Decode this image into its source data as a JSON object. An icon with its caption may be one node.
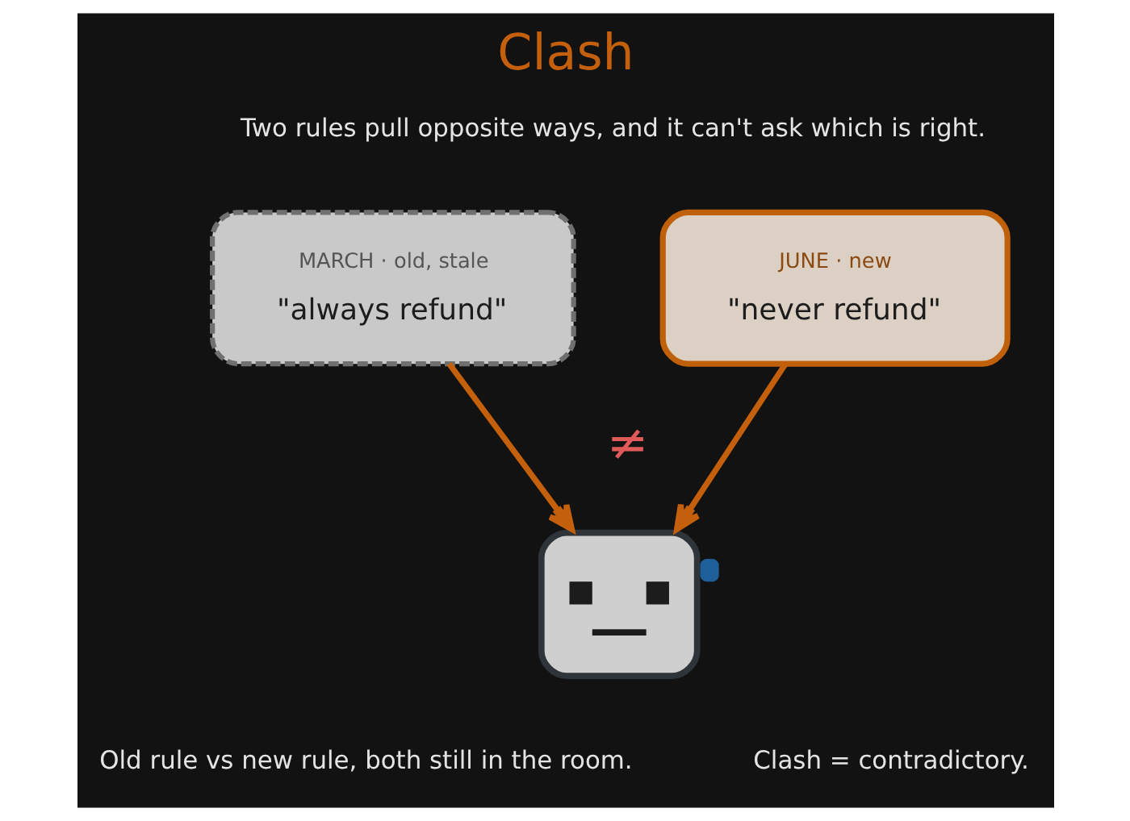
{
  "diagram": {
    "title": "Clash",
    "caption": "Old rule vs new rule, both still in the room.",
    "nodes": [
      {
        "text": [
          "MARCH · old, stale",
          "\"always refund\""
        ]
      },
      {
        "text": [
          "JUNE · new",
          "\"never refund\""
        ]
      },
      {
        "text": [],
        "shape": "picture",
        "beside": [
          "≠"
        ]
      }
    ],
    "edges": [
      {
        "from": 0,
        "to": 2,
        "arrow": "to"
      },
      {
        "from": 1,
        "to": 2,
        "arrow": "to"
      }
    ],
    "labels": [
      "Two rules pull opposite ways, and it can't ask which is right.",
      "Clash = contradictory."
    ]
  }
}
